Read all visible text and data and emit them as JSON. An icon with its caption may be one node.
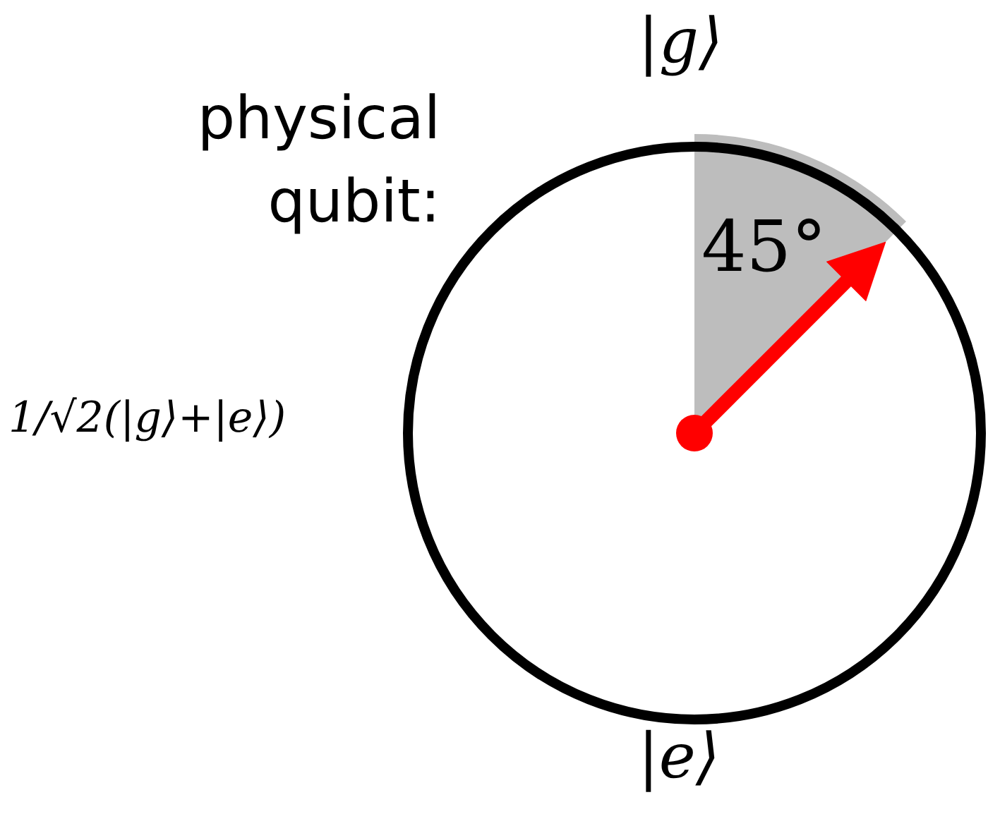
{
  "diagram": {
    "labels": [
      "physical qubit:",
      "|g⟩",
      "45°",
      "1/√2(|g⟩+|e⟩)",
      "|e⟩"
    ]
  }
}
